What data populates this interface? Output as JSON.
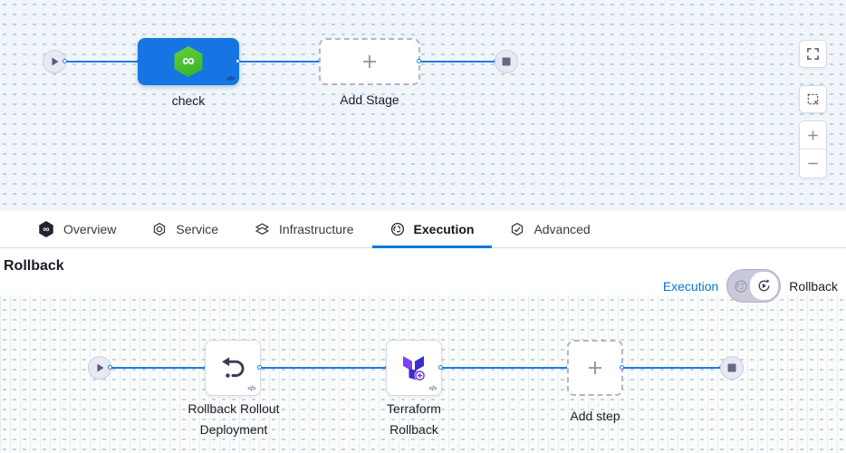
{
  "canvas_top": {
    "stage": {
      "label": "check"
    },
    "add_stage_label": "Add Stage"
  },
  "tabs": [
    {
      "label": "Overview"
    },
    {
      "label": "Service"
    },
    {
      "label": "Infrastructure"
    },
    {
      "label": "Execution",
      "active": true
    },
    {
      "label": "Advanced"
    }
  ],
  "rollback_section": {
    "title": "Rollback",
    "toggle": {
      "left_label": "Execution",
      "right_label": "Rollback",
      "selected": "Rollback"
    }
  },
  "canvas_bottom": {
    "steps": [
      {
        "label": "Rollback Rollout Deployment",
        "icon": "rollback-arrow-icon"
      },
      {
        "label": "Terraform Rollback",
        "icon": "terraform-icon"
      }
    ],
    "add_step_label": "Add step"
  },
  "glyphs": {
    "infinity": "∞",
    "code": "</>"
  },
  "colors": {
    "accent_blue": "#0278d5",
    "edge_blue": "#1d7ce2",
    "stage_blue": "#1575e2",
    "harness_green": "#3eba2e",
    "terraform_violet": "#7b42f6",
    "terraform_indigo": "#3b2bd1"
  }
}
